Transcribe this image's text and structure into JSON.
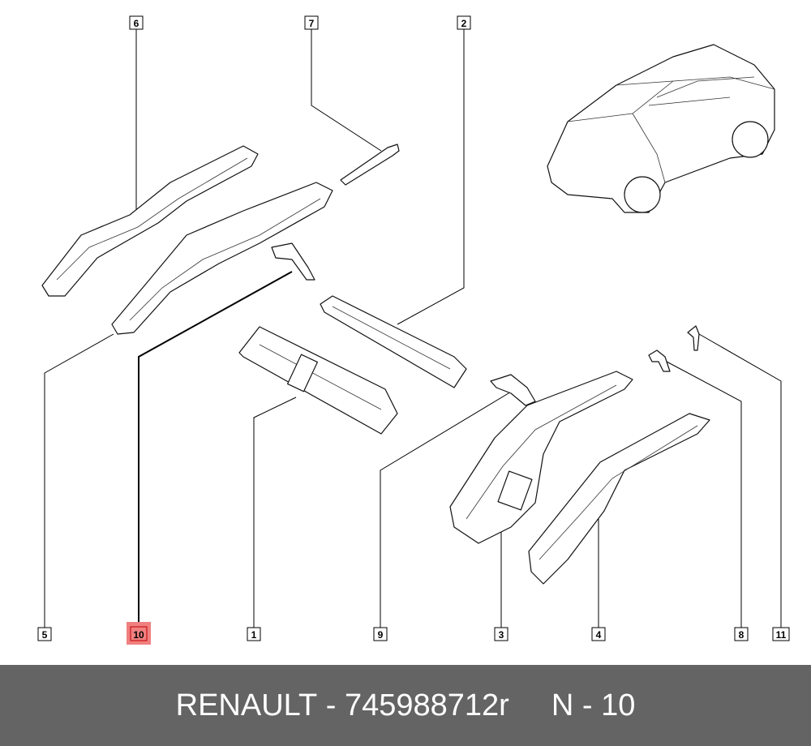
{
  "diagram": {
    "callouts": [
      {
        "id": "6",
        "label": "6"
      },
      {
        "id": "7",
        "label": "7"
      },
      {
        "id": "2",
        "label": "2"
      },
      {
        "id": "5",
        "label": "5"
      },
      {
        "id": "10",
        "label": "10",
        "highlighted": true
      },
      {
        "id": "1",
        "label": "1"
      },
      {
        "id": "9",
        "label": "9"
      },
      {
        "id": "3",
        "label": "3"
      },
      {
        "id": "4",
        "label": "4"
      },
      {
        "id": "8",
        "label": "8"
      },
      {
        "id": "11",
        "label": "11"
      }
    ],
    "highlight_color": "#f08080"
  },
  "footer": {
    "brand": "RENAULT",
    "separator": "-",
    "part_number": "745988712r",
    "ref_prefix": "N",
    "ref_number": "10"
  }
}
